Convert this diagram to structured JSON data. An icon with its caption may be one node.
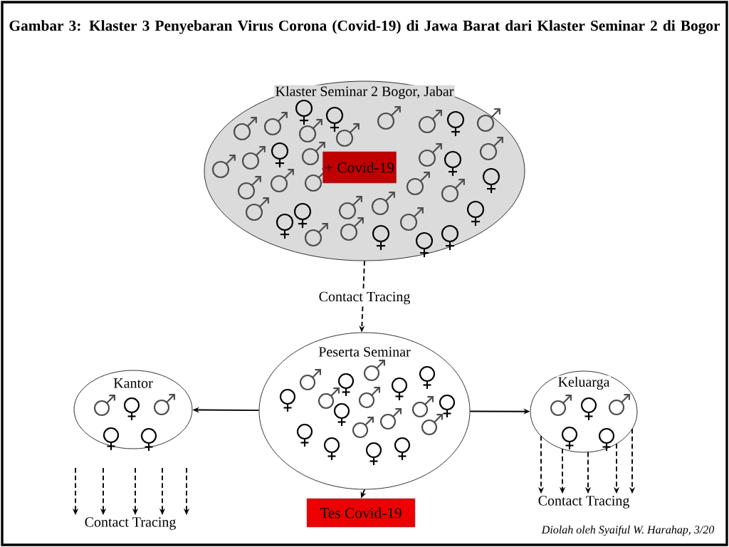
{
  "diagram": {
    "title": "Gambar 3: Klaster 3 Penyebaran Virus Corona (Covid-19) di Jawa Barat dari Klaster Seminar 2 di Bogor",
    "nodes": [
      {
        "text": [
          "Klaster Seminar 2 Bogor, Jabar"
        ]
      },
      {
        "text": [
          "+ Covid-19"
        ],
        "in": 0
      },
      {
        "text": [
          "Peserta Seminar"
        ]
      },
      {
        "text": [
          "Kantor"
        ]
      },
      {
        "text": [
          "Keluarga"
        ]
      },
      {
        "text": [
          "Tes Covid-19"
        ]
      },
      {
        "text": [
          "Contact Tracing"
        ]
      },
      {
        "text": [
          "Contact Tracing"
        ]
      }
    ],
    "edges": [
      {
        "from": 0,
        "to": 2,
        "arrow": "to",
        "label": "Contact Tracing",
        "style": "dashed"
      },
      {
        "from": 2,
        "to": 3,
        "arrow": "to"
      },
      {
        "from": 2,
        "to": 4,
        "arrow": "to"
      },
      {
        "from": 2,
        "to": 5,
        "arrow": "to"
      },
      {
        "from": null,
        "to": 6,
        "arrow": "to",
        "style": "dashed"
      },
      {
        "from": null,
        "to": 6,
        "arrow": "to",
        "style": "dashed"
      },
      {
        "from": null,
        "to": 6,
        "arrow": "to",
        "style": "dashed"
      },
      {
        "from": null,
        "to": 6,
        "arrow": "to",
        "style": "dashed"
      },
      {
        "from": null,
        "to": 6,
        "arrow": "to",
        "style": "dashed"
      },
      {
        "from": 4,
        "to": 7,
        "arrow": "to",
        "style": "dashed"
      },
      {
        "from": 4,
        "to": 7,
        "arrow": "to",
        "style": "dashed"
      },
      {
        "from": 4,
        "to": 7,
        "arrow": "to",
        "style": "dashed"
      },
      {
        "from": 4,
        "to": 7,
        "arrow": "to",
        "style": "dashed"
      },
      {
        "from": 4,
        "to": 7,
        "arrow": "to",
        "style": "dashed"
      }
    ],
    "labels": [
      "Diolah oleh Syaiful W. Harahap, 3/20"
    ]
  }
}
